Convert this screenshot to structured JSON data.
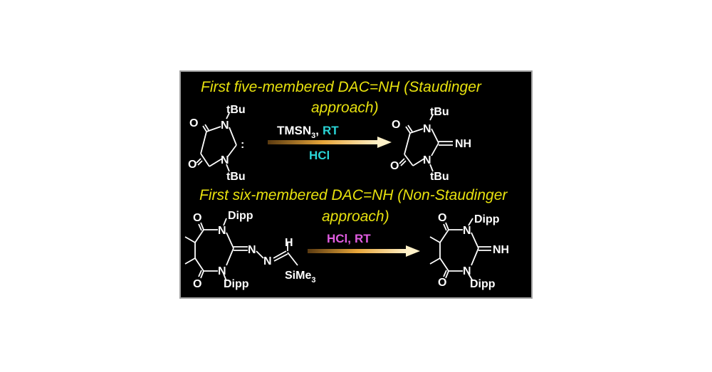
{
  "captions": {
    "five_line1": "First five-membered DAC=NH (Staudinger",
    "five_line2": "approach)",
    "six_line1": "First six-membered DAC=NH (Non-Staudinger",
    "six_line2": "approach)"
  },
  "reagents": {
    "r1_main": "TMSN",
    "r1_sub": "3",
    "r1_sep": ",",
    "r1_rt": "RT",
    "r1_hcl": "HCl",
    "r2_hcl": "HCl,",
    "r2_rt": "RT"
  },
  "atoms": {
    "o": "O",
    "n": "N",
    "tbu": "tBu",
    "colon": ":",
    "nh": "NH",
    "dipp": "Dipp",
    "h": "H",
    "simes_main": "SiMe",
    "simes_sub": "3"
  },
  "colors": {
    "caption": "#e8e20e",
    "rt_cyan": "#2ad4d6",
    "hcl_cyan": "#2ad4d6",
    "reagent2_magenta": "#e05ce0",
    "arrow": "#e8a63a",
    "background": "#000000"
  }
}
